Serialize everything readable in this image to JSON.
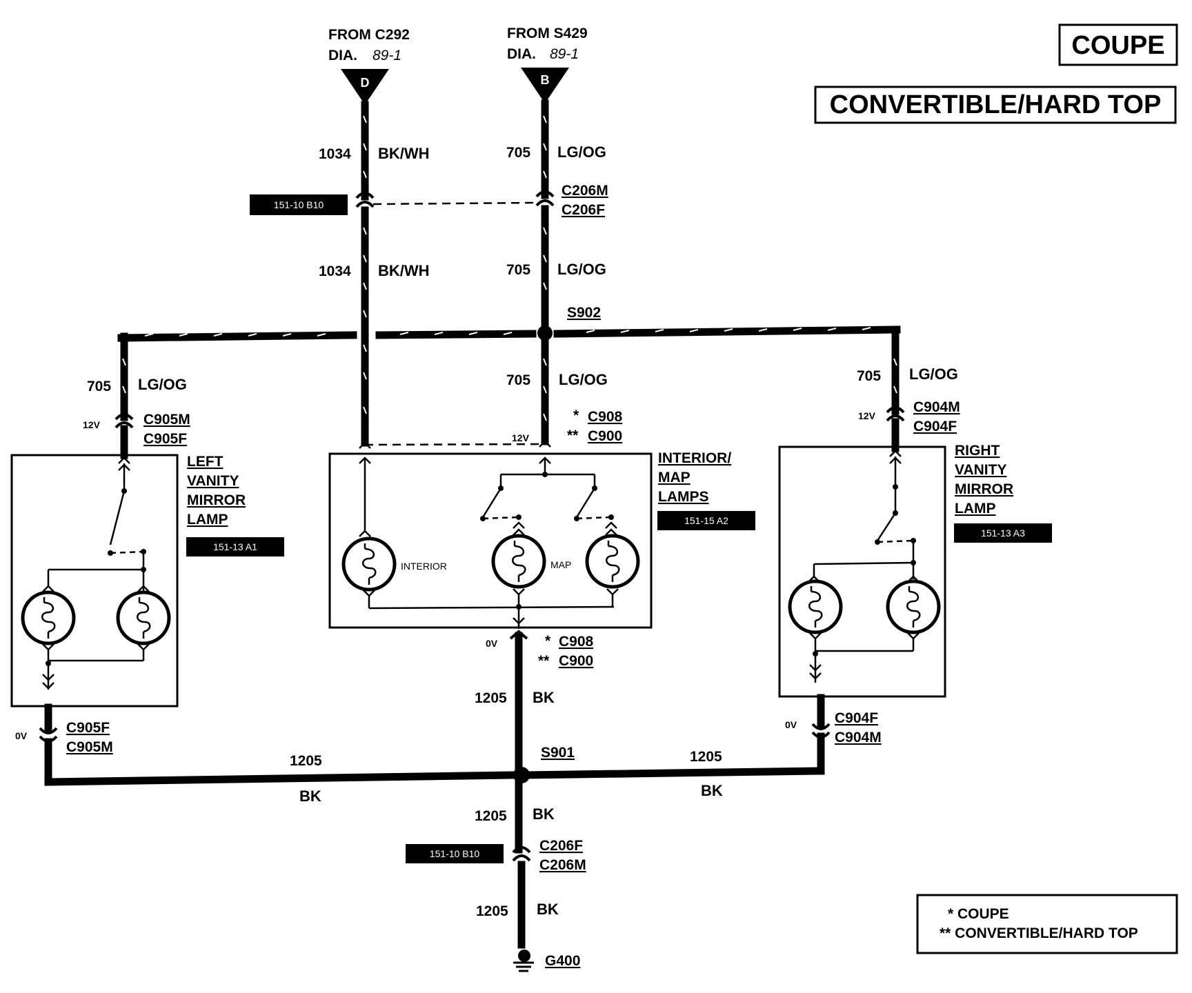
{
  "titles": {
    "coupe": "COUPE",
    "convertible": "CONVERTIBLE/HARD TOP"
  },
  "sources": {
    "left": {
      "line1": "FROM C292",
      "dia": "DIA.",
      "dia_ref": "89-1",
      "pin": "D"
    },
    "right": {
      "line1": "FROM S429",
      "dia": "DIA.",
      "dia_ref": "89-1",
      "pin": "B"
    }
  },
  "wires": {
    "c1034": "1034",
    "bkwh": "BK/WH",
    "c705": "705",
    "lgog": "LG/OG",
    "c1205": "1205",
    "bk": "BK"
  },
  "connectors": {
    "c206m": "C206M",
    "c206f": "C206F",
    "s902": "S902",
    "s901": "S901",
    "c905m": "C905M",
    "c905f": "C905F",
    "c904m": "C904M",
    "c904f": "C904F",
    "c908": "C908",
    "c900": "C900",
    "g400": "G400",
    "star1": "*",
    "star2": "**"
  },
  "voltages": {
    "v12": "12V",
    "v0": "0V"
  },
  "refs": {
    "r_151_10_b10": "151-10 B10",
    "r_151_13_a1": "151-13 A1",
    "r_151_15_a2": "151-15 A2",
    "r_151_13_a3": "151-13 A3"
  },
  "components": {
    "left_lamp": [
      "LEFT",
      "VANITY",
      "MIRROR",
      "LAMP"
    ],
    "interior": [
      "INTERIOR/",
      "MAP",
      "LAMPS"
    ],
    "right_lamp": [
      "RIGHT",
      "VANITY",
      "MIRROR",
      "LAMP"
    ],
    "bulb_interior": "INTERIOR",
    "bulb_map": "MAP"
  },
  "legend": {
    "star1": "* COUPE",
    "star2": "** CONVERTIBLE/HARD TOP"
  }
}
